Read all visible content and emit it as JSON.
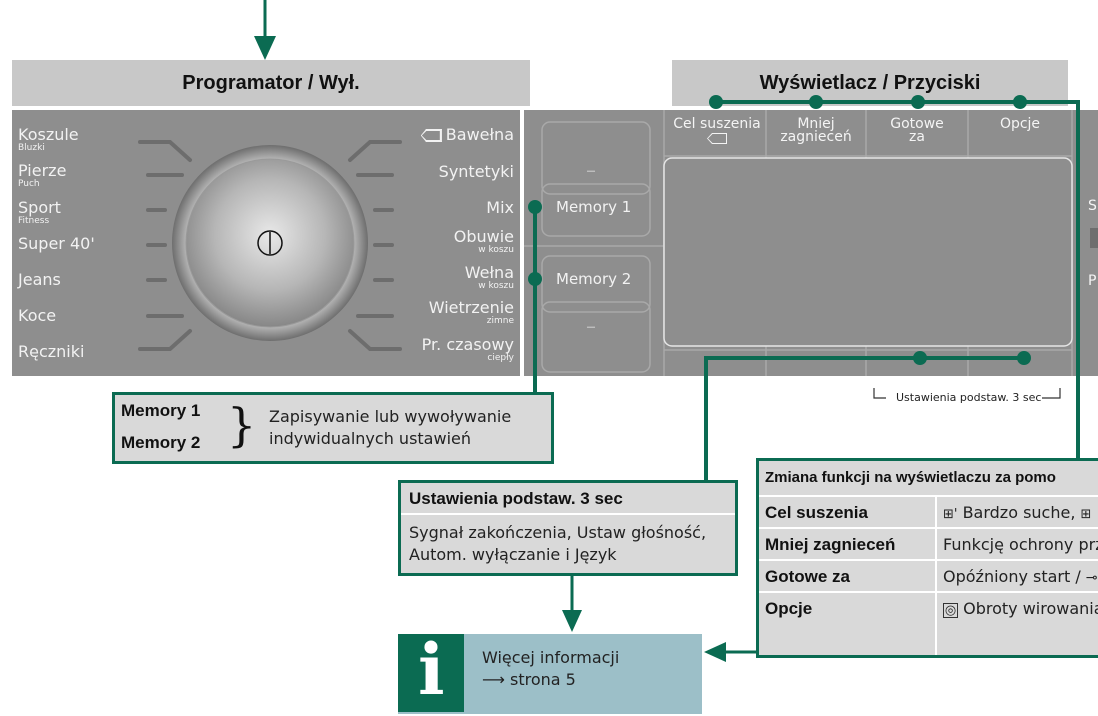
{
  "headers": {
    "programmer": "Programator / Wył.",
    "display": "Wyświetlacz / Przyciski"
  },
  "left_programs": [
    {
      "label": "Koszule",
      "sub": "Bluzki"
    },
    {
      "label": "Pierze",
      "sub": "Puch"
    },
    {
      "label": "Sport",
      "sub": "Fitness"
    },
    {
      "label": "Super 40'",
      "sub": ""
    },
    {
      "label": "Jeans",
      "sub": ""
    },
    {
      "label": "Koce",
      "sub": ""
    },
    {
      "label": "Ręczniki",
      "sub": ""
    }
  ],
  "right_programs": [
    {
      "label": "Bawełna",
      "sub": ""
    },
    {
      "label": "Syntetyki",
      "sub": ""
    },
    {
      "label": "Mix",
      "sub": ""
    },
    {
      "label": "Obuwie",
      "sub": "w koszu"
    },
    {
      "label": "Wełna",
      "sub": "w koszu"
    },
    {
      "label": "Wietrzenie",
      "sub": "zimne"
    },
    {
      "label": "Pr. czasowy",
      "sub": "ciepły"
    }
  ],
  "buttons": {
    "memory1": "Memory 1",
    "memory2": "Memory 2",
    "dash": "–"
  },
  "display_tabs": {
    "cel": "Cel suszenia",
    "mniej_1": "Mniej",
    "mniej_2": "zagnieceń",
    "gotowe_1": "Gotowe",
    "gotowe_2": "za",
    "opcje": "Opcje"
  },
  "edge_letters": {
    "s": "S",
    "p": "P"
  },
  "basic_settings_hint": "Ustawienia podstaw. 3 sec",
  "memory_box": {
    "m1": "Memory 1",
    "m2": "Memory 2",
    "brace": "}",
    "line1": "Zapisywanie lub wywoływanie",
    "line2": "indywidualnych ustawień"
  },
  "settings_box": {
    "title": "Ustawienia podstaw. 3 sec",
    "line1": "Sygnał zakończenia, Ustaw głośność,",
    "line2": "Autom. wyłączanie i Język"
  },
  "function_box": {
    "title": "Zmiana funkcji na wyświetlaczu za pomo",
    "rows": [
      {
        "name": "Cel suszenia",
        "value": "Bardzo suche,"
      },
      {
        "name": "Mniej zagnieceń",
        "value": "Funkcję ochrony prz"
      },
      {
        "name": "Gotowe za",
        "value": "Opóźniony start /"
      },
      {
        "name": "Opcje",
        "value": "Obroty wirowania"
      }
    ]
  },
  "info_box": {
    "icon": "i",
    "line1": "Więcej informacji",
    "line2": "⟶ strona 5"
  },
  "colors": {
    "accent_green": "#0b6b52",
    "panel_gray": "#8e8e8e",
    "header_gray": "#c8c8c8",
    "box_gray": "#d9d9d9",
    "info_blue": "#9cbfc8"
  }
}
